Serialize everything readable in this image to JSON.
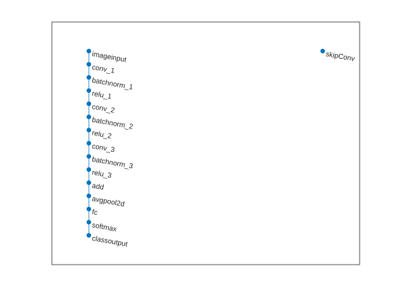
{
  "graph": {
    "title": "",
    "colors": {
      "node": "#0072bd",
      "edge": "#0072bd",
      "axes_border": "#262626",
      "label_text": "#262626",
      "background": "#ffffff"
    },
    "main_chain": [
      {
        "id": "imageinput",
        "label": "imageinput"
      },
      {
        "id": "conv_1",
        "label": "conv_1"
      },
      {
        "id": "batchnorm_1",
        "label": "batchnorm_1"
      },
      {
        "id": "relu_1",
        "label": "relu_1"
      },
      {
        "id": "conv_2",
        "label": "conv_2"
      },
      {
        "id": "batchnorm_2",
        "label": "batchnorm_2"
      },
      {
        "id": "relu_2",
        "label": "relu_2"
      },
      {
        "id": "conv_3",
        "label": "conv_3"
      },
      {
        "id": "batchnorm_3",
        "label": "batchnorm_3"
      },
      {
        "id": "relu_3",
        "label": "relu_3"
      },
      {
        "id": "add",
        "label": "add"
      },
      {
        "id": "avgpool2d",
        "label": "avgpool2d"
      },
      {
        "id": "fc",
        "label": "fc"
      },
      {
        "id": "softmax",
        "label": "softmax"
      },
      {
        "id": "classoutput",
        "label": "classoutput"
      }
    ],
    "isolated_nodes": [
      {
        "id": "skipConv",
        "label": "skipConv"
      }
    ]
  }
}
